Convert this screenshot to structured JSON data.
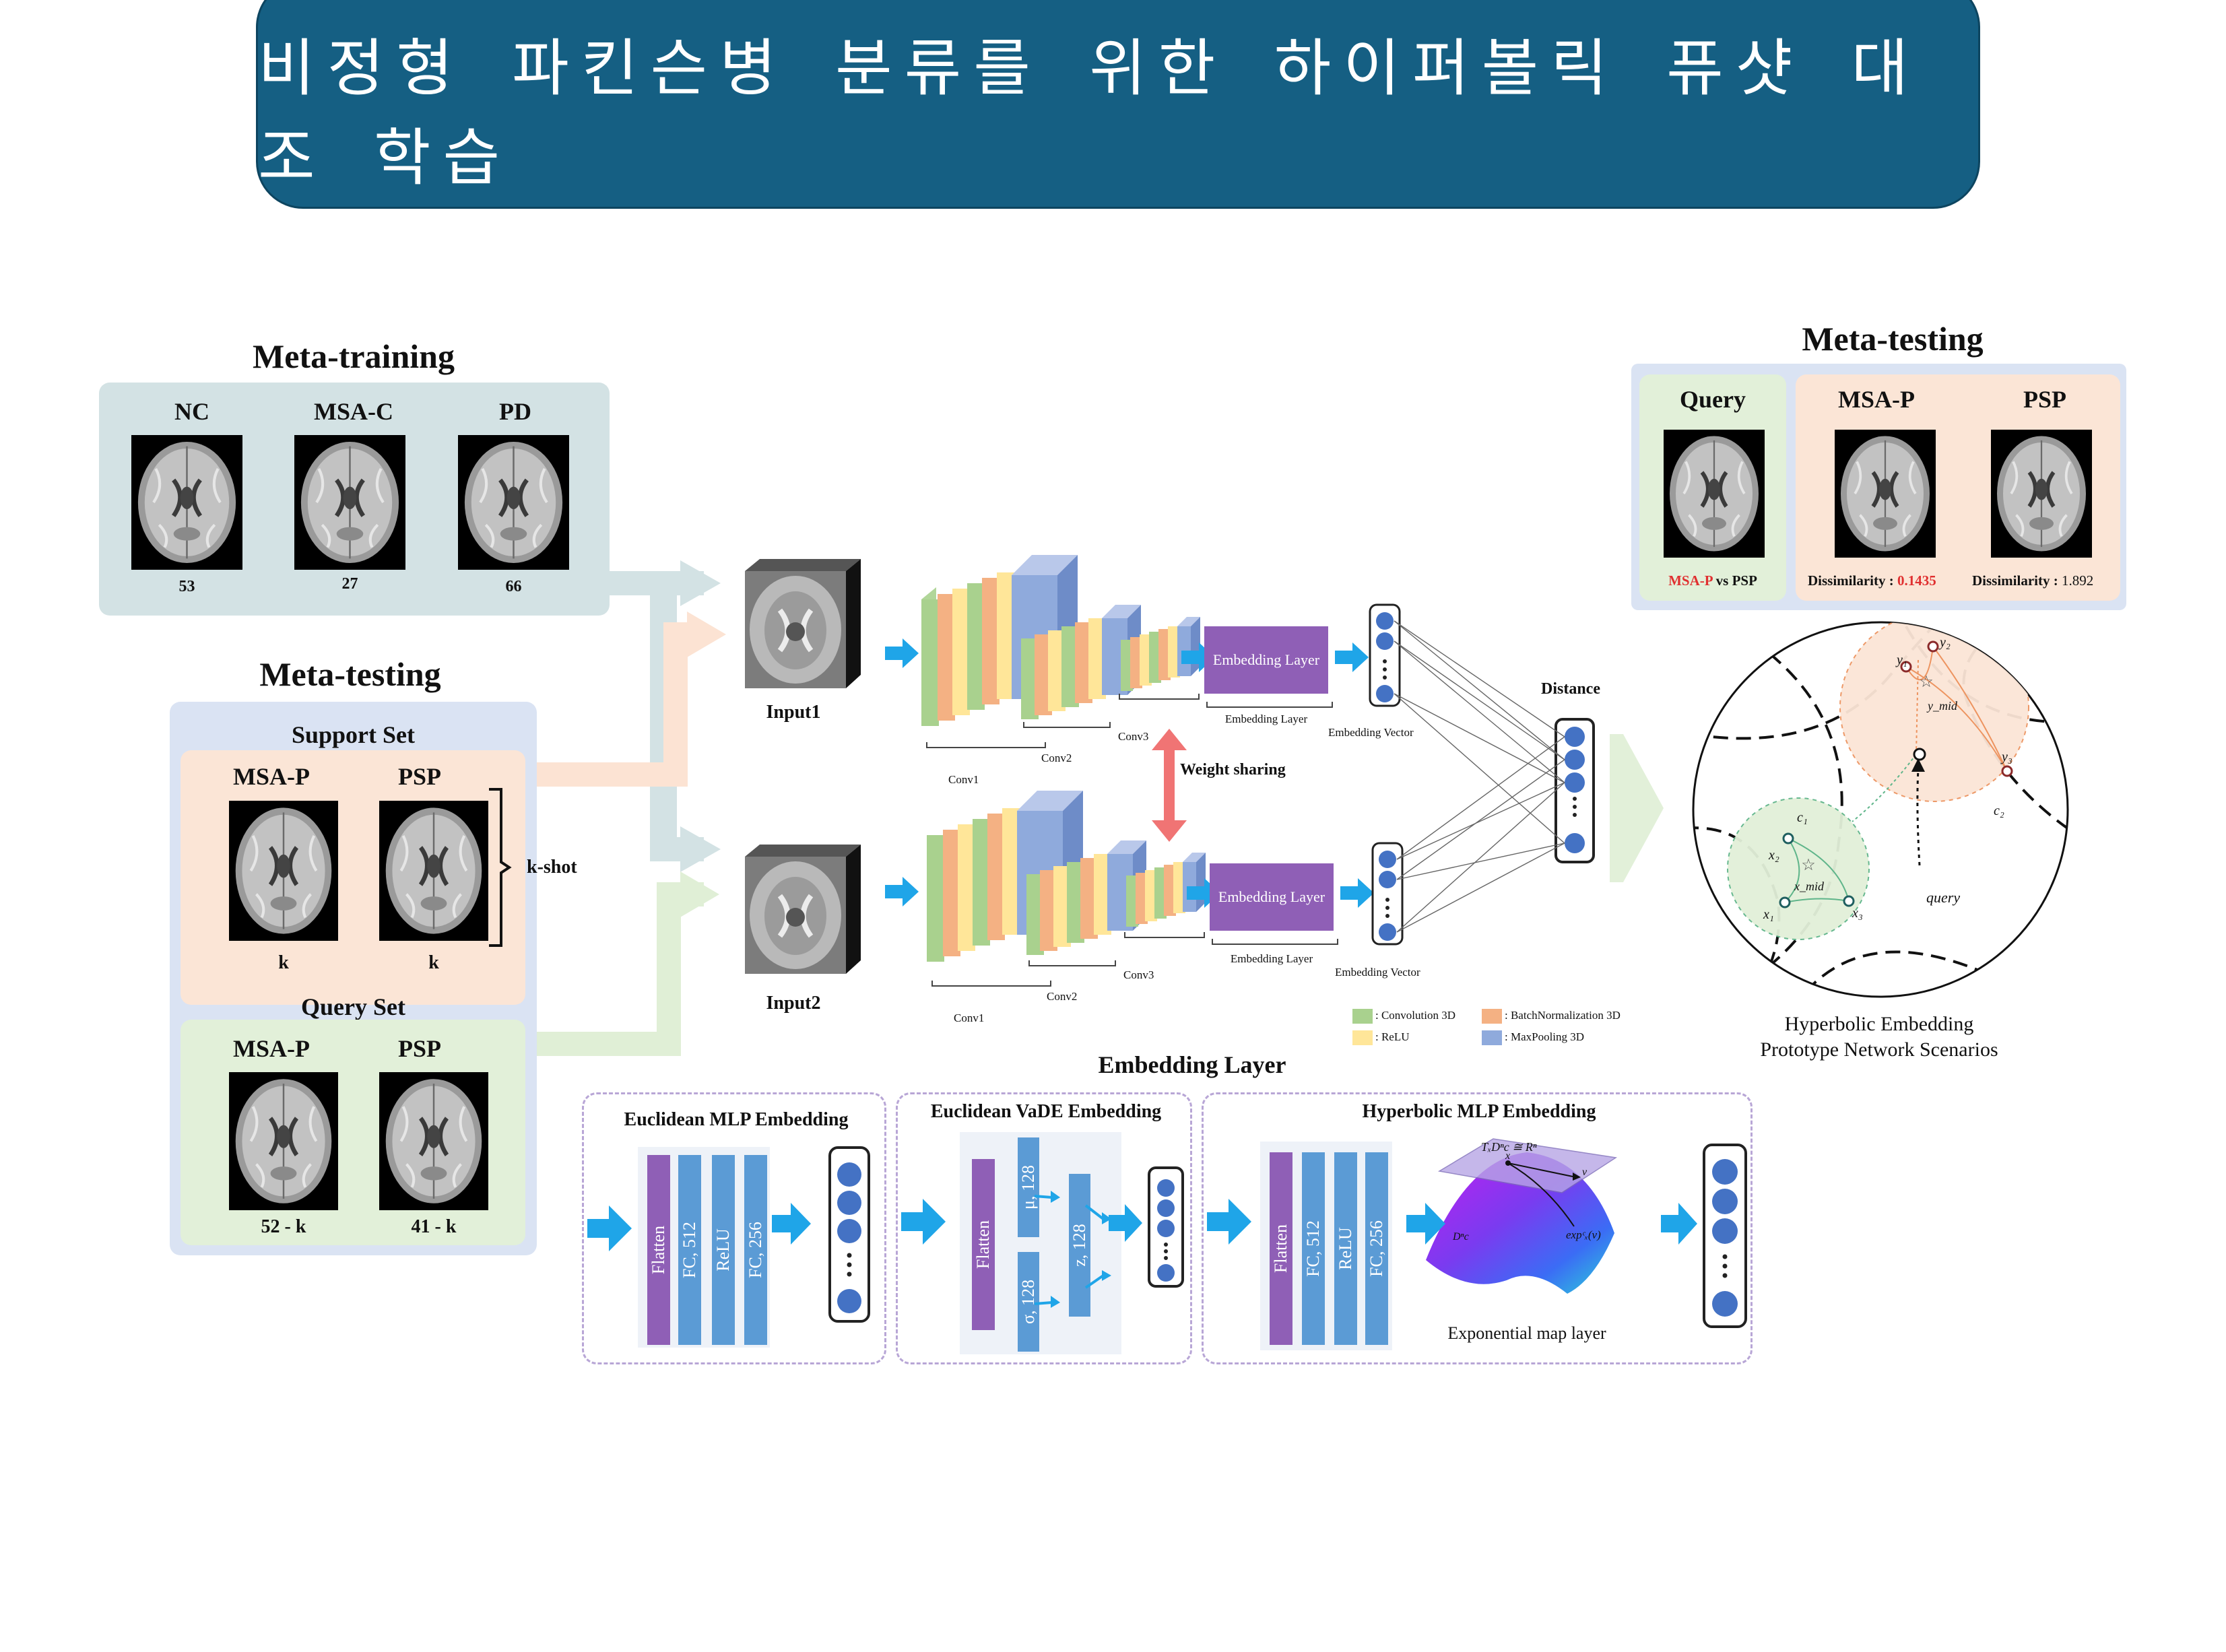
{
  "title": "비정형 파킨슨병 분류를 위한 하이퍼볼릭 퓨샷 대조 학습",
  "meta_training": {
    "heading": "Meta-training",
    "classes": [
      {
        "label": "NC",
        "count": "53"
      },
      {
        "label": "MSA-C",
        "count": "27"
      },
      {
        "label": "PD",
        "count": "66"
      }
    ]
  },
  "meta_testing_left": {
    "heading": "Meta-testing",
    "support_set": {
      "heading": "Support Set",
      "classes": [
        {
          "label": "MSA-P",
          "count": "k"
        },
        {
          "label": "PSP",
          "count": "k"
        }
      ],
      "k_shot": "k-shot"
    },
    "query_set": {
      "heading": "Query Set",
      "classes": [
        {
          "label": "MSA-P",
          "count": "52 - k"
        },
        {
          "label": "PSP",
          "count": "41 - k"
        }
      ]
    }
  },
  "network": {
    "input1": "Input1",
    "input2": "Input2",
    "conv_labels": [
      "Conv1",
      "Conv2",
      "Conv3"
    ],
    "embedding_box": "Embedding Layer",
    "embedding_caption": "Embedding Layer",
    "embedding_vector": "Embedding Vector",
    "weight_sharing": "Weight sharing",
    "distance": "Distance",
    "legend": [
      {
        "label": ": Convolution 3D",
        "color": "#a9d18e"
      },
      {
        "label": ": BatchNormalization 3D",
        "color": "#f4b183"
      },
      {
        "label": ": ReLU",
        "color": "#ffe699"
      },
      {
        "label": ": MaxPooling 3D",
        "color": "#8faadc"
      }
    ],
    "colors": {
      "conv": "#a9d18e",
      "bn": "#f4b183",
      "relu": "#ffe699",
      "pool": "#8faadc",
      "arrow": "#1fa5e8",
      "embed": "#8f5fb6",
      "node": "#4472c4"
    }
  },
  "meta_testing_right": {
    "heading": "Meta-testing",
    "query_label": "Query",
    "query_caption_a": "MSA-P",
    "query_caption_b": " vs PSP",
    "classes": [
      {
        "label": "MSA-P",
        "dis_label": "Dissimilarity : ",
        "dis_value": "0.1435"
      },
      {
        "label": "PSP",
        "dis_label": "Dissimilarity : ",
        "dis_value": "1.892"
      }
    ]
  },
  "hyperbolic": {
    "caption_line1": "Hyperbolic Embedding",
    "caption_line2": "Prototype Network Scenarios",
    "labels": {
      "y1": "y₁",
      "y2": "y₂",
      "y3": "y₃",
      "ymid": "y_mid",
      "c1": "c₁",
      "c2": "c₂",
      "x1": "x₁",
      "x2": "x₂",
      "x3": "x₃",
      "xmid": "x_mid",
      "query": "query"
    }
  },
  "embedding_layer": {
    "heading": "Embedding Layer",
    "euclidean_mlp": {
      "title": "Euclidean MLP Embedding",
      "layers": [
        "Flatten",
        "FC, 512",
        "ReLU",
        "FC, 256"
      ]
    },
    "euclidean_vade": {
      "title": "Euclidean VaDE Embedding",
      "layers": [
        "Flatten",
        "μ, 128",
        "σ, 128",
        "z, 128"
      ]
    },
    "hyperbolic_mlp": {
      "title": "Hyperbolic MLP Embedding",
      "layers": [
        "Flatten",
        "FC, 512",
        "ReLU",
        "FC, 256"
      ],
      "tangent_label": "TₓDⁿc ≅ Rⁿ",
      "x_label": "x",
      "v_label": "v",
      "exp_label": "expᶜₓ(v)",
      "d_label": "Dⁿc",
      "caption": "Exponential map layer"
    }
  }
}
